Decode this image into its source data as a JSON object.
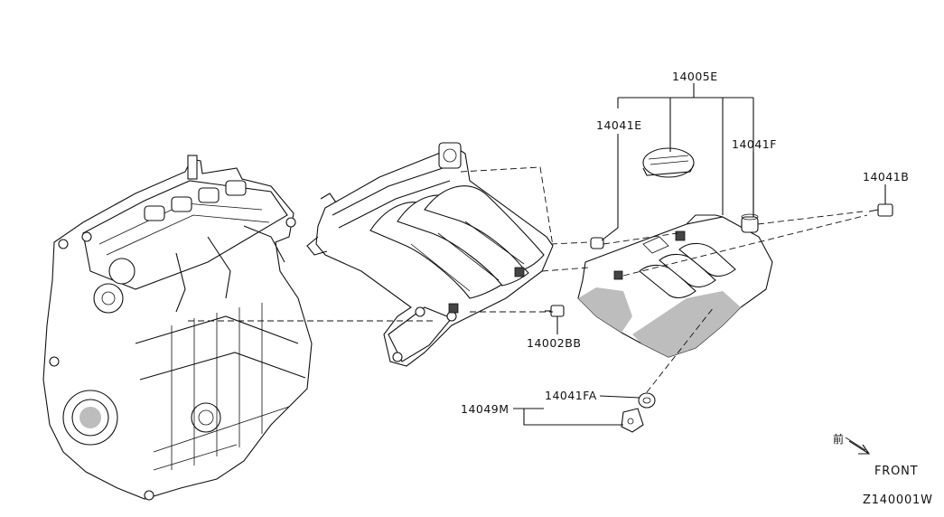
{
  "diagram": {
    "id": "Z140001W",
    "front_label": "FRONT",
    "front_glyph": "前",
    "parts": {
      "engine_cover": "14005E",
      "cover_grommet_upper_left": "14041E",
      "cover_grommet_upper_right": "14041F",
      "bolt_right": "14041B",
      "manifold_bolt": "14002BB",
      "cover_grommet_lower": "14041FA",
      "bracket": "14049M"
    }
  }
}
